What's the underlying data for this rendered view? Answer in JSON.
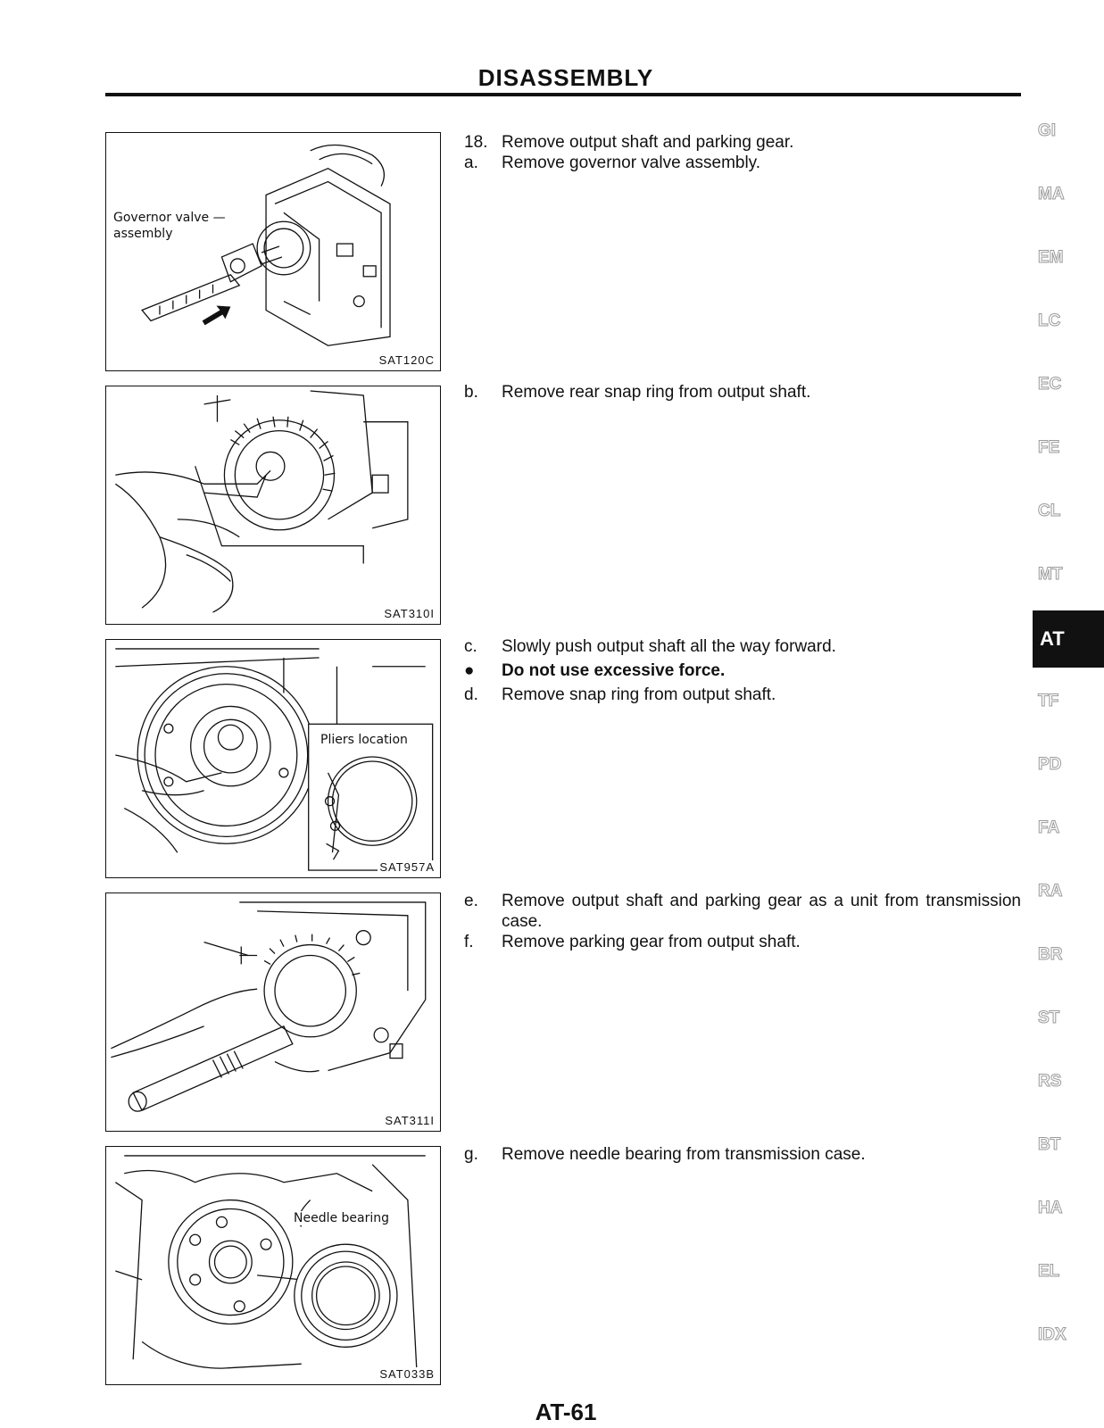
{
  "header": {
    "title": "DISASSEMBLY"
  },
  "figures": [
    {
      "code": "SAT120C",
      "label": "Governor valve —\nassembly"
    },
    {
      "code": "SAT310I"
    },
    {
      "code": "SAT957A",
      "label": "Pliers location"
    },
    {
      "code": "SAT311I"
    },
    {
      "code": "SAT033B",
      "label": "Needle bearing"
    }
  ],
  "sections": [
    {
      "steps": [
        {
          "mark": "18.",
          "text": "Remove output shaft and parking gear."
        },
        {
          "mark": "a.",
          "text": "Remove governor valve assembly."
        }
      ]
    },
    {
      "steps": [
        {
          "mark": "b.",
          "text": "Remove rear snap ring from output shaft."
        }
      ]
    },
    {
      "steps": [
        {
          "mark": "c.",
          "text": "Slowly push output shaft all the way forward."
        },
        {
          "mark": "●",
          "text": "Do not use excessive force."
        },
        {
          "mark": "d.",
          "text": "Remove snap ring from output shaft."
        }
      ]
    },
    {
      "steps": [
        {
          "mark": "e.",
          "text": "Remove output shaft and parking gear as a unit from transmission case."
        },
        {
          "mark": "f.",
          "text": "Remove parking gear from output shaft."
        }
      ]
    },
    {
      "steps": [
        {
          "mark": "g.",
          "text": "Remove needle bearing from transmission case."
        }
      ]
    }
  ],
  "side_index": [
    "GI",
    "MA",
    "EM",
    "LC",
    "EC",
    "FE",
    "CL",
    "MT",
    "AT",
    "TF",
    "PD",
    "FA",
    "RA",
    "BR",
    "ST",
    "RS",
    "BT",
    "HA",
    "EL",
    "IDX"
  ],
  "side_index_active": "AT",
  "footer": {
    "page_number": "AT-61"
  }
}
